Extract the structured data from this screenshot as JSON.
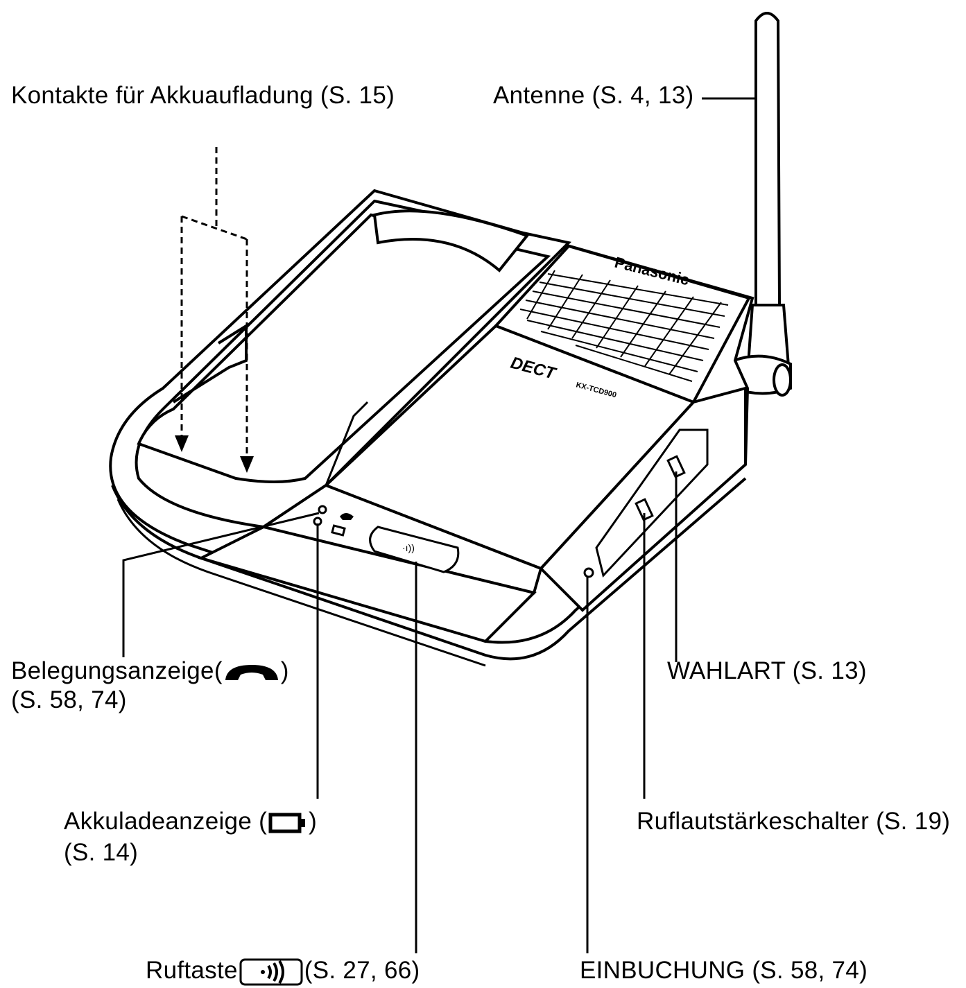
{
  "labels": {
    "kontakte": "Kontakte für Akkuaufladung (S. 15)",
    "antenne": "Antenne (S. 4, 13)",
    "belegung_title": "Belegungsanzeige",
    "belegung_pages": "(S. 58, 74)",
    "wahlart": "WAHLART (S. 13)",
    "akkulade_title": "Akkuladeanzeige",
    "akkulade_pages": "(S. 14)",
    "ruflaut": "Ruflautstärkeschalter (S. 19)",
    "ruftaste_title": "Ruftaste",
    "ruftaste_pages": "(S. 27, 66)",
    "einbuchung": "EINBUCHUNG (S. 58, 74)"
  },
  "device": {
    "brand": "Panasonic",
    "standard": "DECT",
    "model": "KX-TCD900"
  },
  "icons": {
    "belegung": "handset-icon",
    "akku": "battery-icon",
    "ruf": "page-signal-icon"
  }
}
